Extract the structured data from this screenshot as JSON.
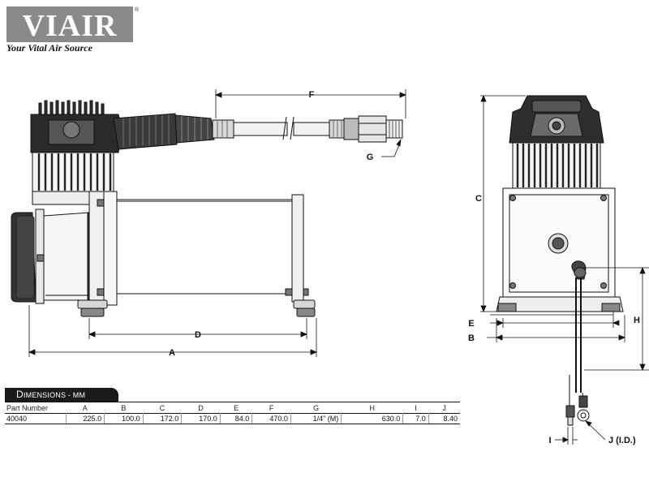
{
  "logo": {
    "brand": "VIAIR",
    "tagline": "Your Vital Air Source",
    "registered_mark": "®"
  },
  "dimension_labels": {
    "A": "A",
    "B": "B",
    "C": "C",
    "D": "D",
    "E": "E",
    "F": "F",
    "G": "G",
    "H": "H",
    "I": "I",
    "J": "J (I.D.)"
  },
  "table": {
    "title_prefix": "D",
    "title_rest": "IMENSIONS",
    "title_unit": " - MM",
    "headers": [
      "Part Number",
      "A",
      "B",
      "C",
      "D",
      "E",
      "F",
      "G",
      "H",
      "I",
      "J"
    ],
    "rows": [
      [
        "40040",
        "225.0",
        "100.0",
        "172.0",
        "170.0",
        "84.0",
        "470.0",
        "1/4\" (M)",
        "630.0",
        "7.0",
        "8.40"
      ]
    ]
  }
}
